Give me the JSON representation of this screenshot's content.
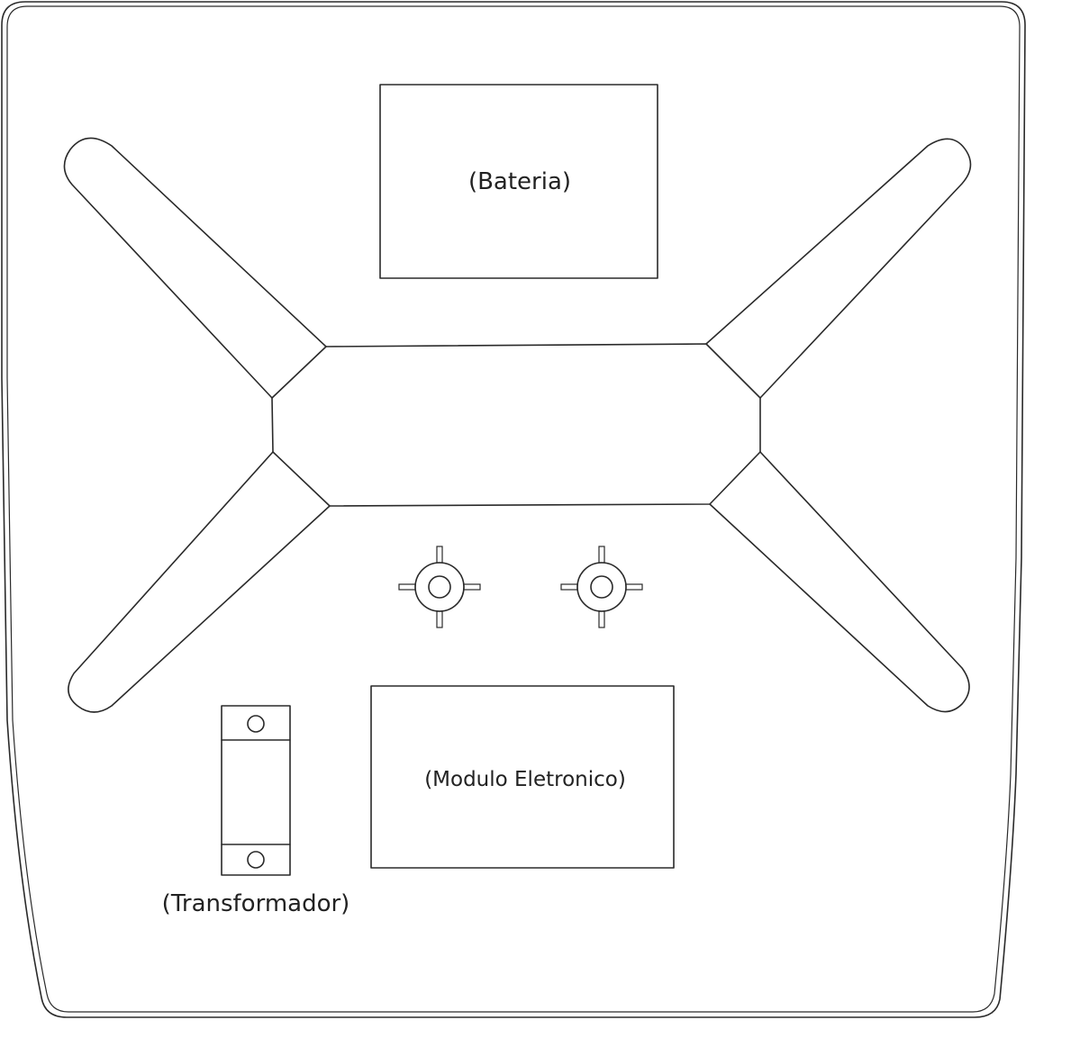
{
  "labels": {
    "battery": "(Bateria)",
    "electronic_module": "(Modulo Eletronico)",
    "transformer": "(Transformador)"
  },
  "colors": {
    "line": "#2a2a2a",
    "background": "#ffffff"
  }
}
